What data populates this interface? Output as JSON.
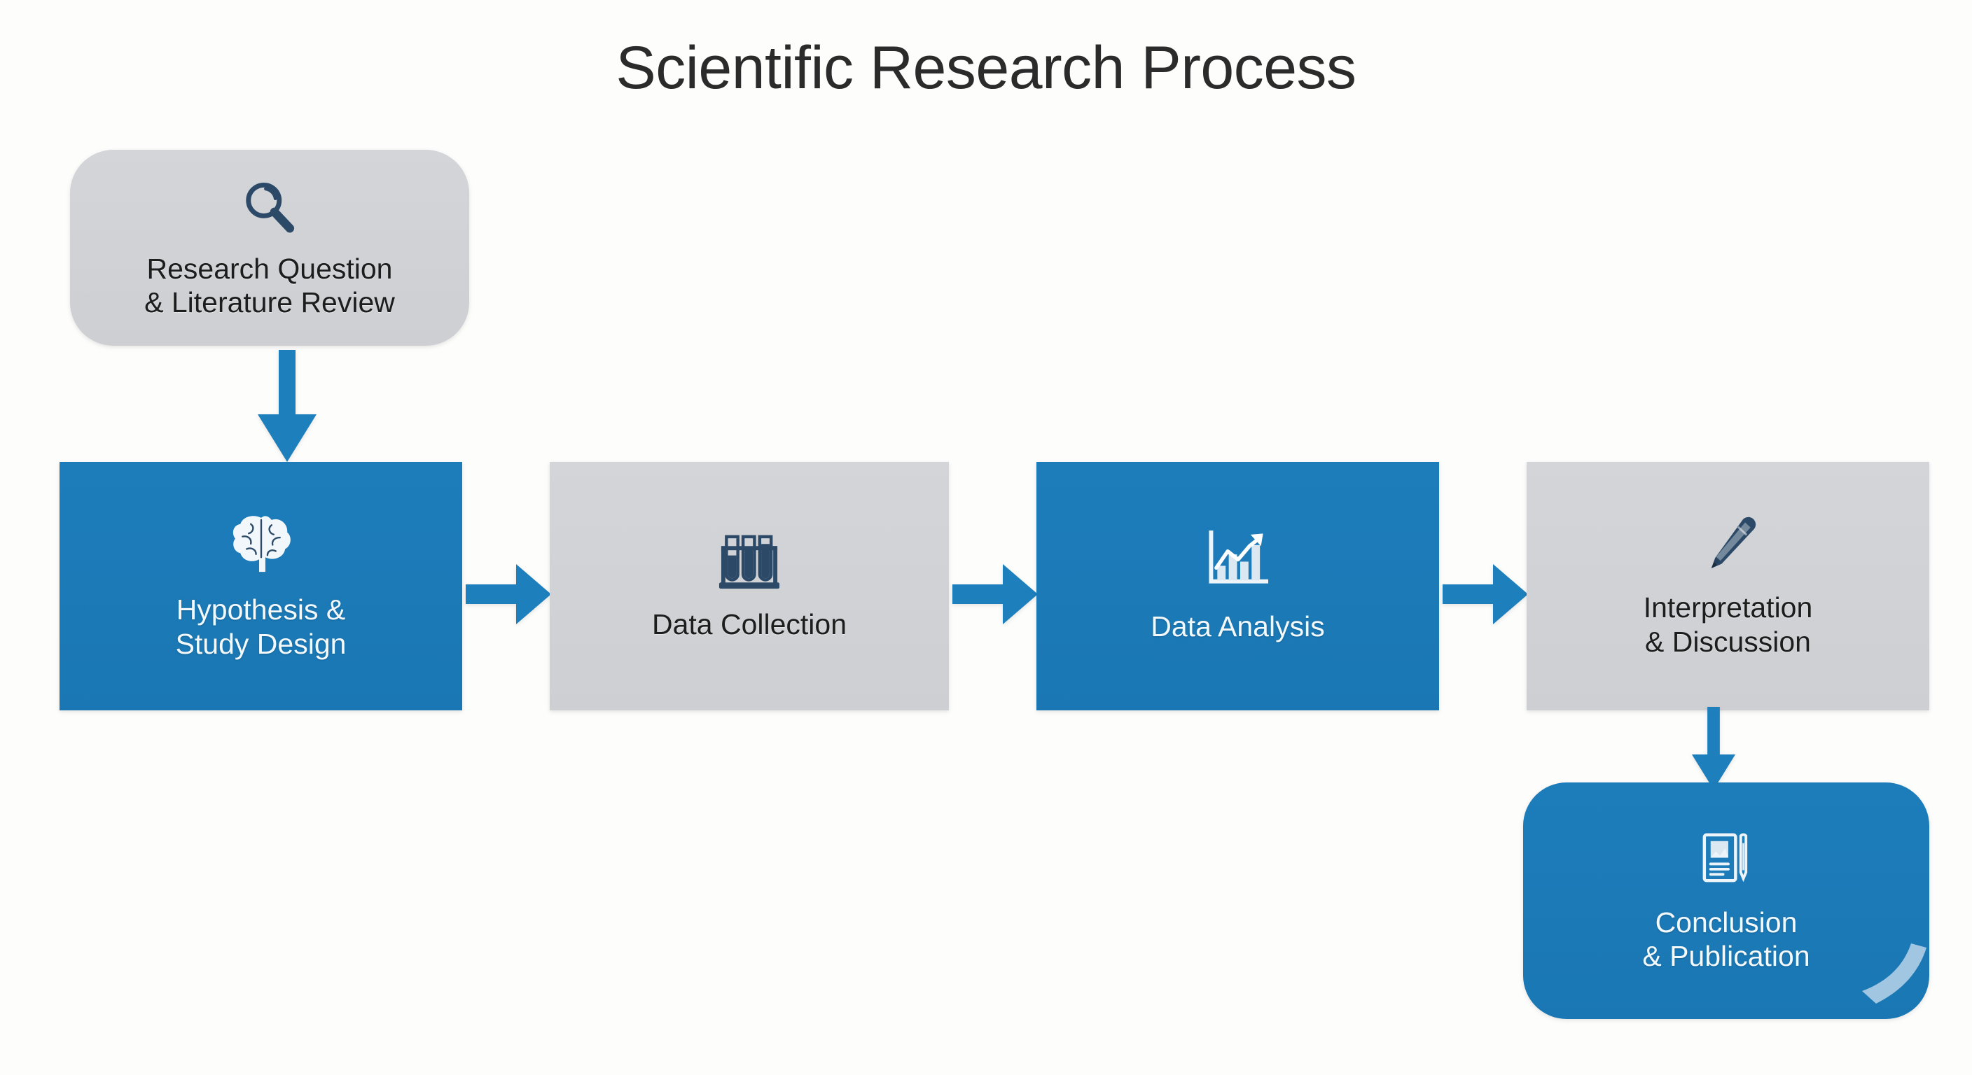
{
  "title": "Scientific Research Process",
  "colors": {
    "blue": "#1a7ab8",
    "gray": "#d0d2d6",
    "icon_dark": "#2c4a68",
    "icon_light": "#eef5fa",
    "background": "#fdfdfc",
    "title_text": "#2b2b2b"
  },
  "nodes": [
    {
      "id": "research",
      "label": "Research Question\n& Literature Review",
      "icon": "magnifier-icon",
      "style": "gray",
      "shape": "rounded"
    },
    {
      "id": "hypothesis",
      "label": "Hypothesis &\nStudy Design",
      "icon": "brain-icon",
      "style": "blue",
      "shape": "rectangle"
    },
    {
      "id": "collection",
      "label": "Data Collection",
      "icon": "test-tubes-icon",
      "style": "gray",
      "shape": "rectangle"
    },
    {
      "id": "analysis",
      "label": "Data Analysis",
      "icon": "bar-chart-trend-icon",
      "style": "blue",
      "shape": "rectangle"
    },
    {
      "id": "interpretation",
      "label": "Interpretation\n& Discussion",
      "icon": "pen-icon",
      "style": "gray",
      "shape": "rectangle"
    },
    {
      "id": "conclusion",
      "label": "Conclusion\n& Publication",
      "icon": "document-pen-icon",
      "style": "blue",
      "shape": "rounded"
    }
  ],
  "connectors": [
    {
      "id": "research-to-hypothesis",
      "from": "research",
      "to": "hypothesis",
      "direction": "down"
    },
    {
      "id": "hypothesis-to-collection",
      "from": "hypothesis",
      "to": "collection",
      "direction": "right"
    },
    {
      "id": "collection-to-analysis",
      "from": "collection",
      "to": "analysis",
      "direction": "right"
    },
    {
      "id": "analysis-to-interpretation",
      "from": "analysis",
      "to": "interpretation",
      "direction": "right"
    },
    {
      "id": "interpretation-to-conclusion",
      "from": "interpretation",
      "to": "conclusion",
      "direction": "down"
    }
  ]
}
